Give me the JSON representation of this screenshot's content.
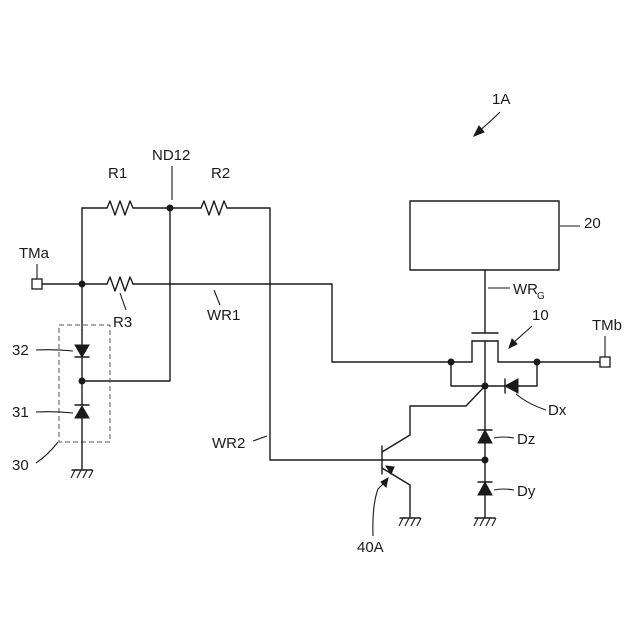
{
  "labels": {
    "fig_ref": "1A",
    "r1": "R1",
    "r2": "R2",
    "r3": "R3",
    "nd12": "ND12",
    "tma": "TMa",
    "tmb": "TMb",
    "wr1": "WR1",
    "wr2": "WR2",
    "wrg_main": "WR",
    "wrg_sub": "G",
    "block20": "20",
    "ref10": "10",
    "ref30": "30",
    "ref31": "31",
    "ref32": "32",
    "dx": "Dx",
    "dy": "Dy",
    "dz": "Dz",
    "ref40a": "40A"
  }
}
